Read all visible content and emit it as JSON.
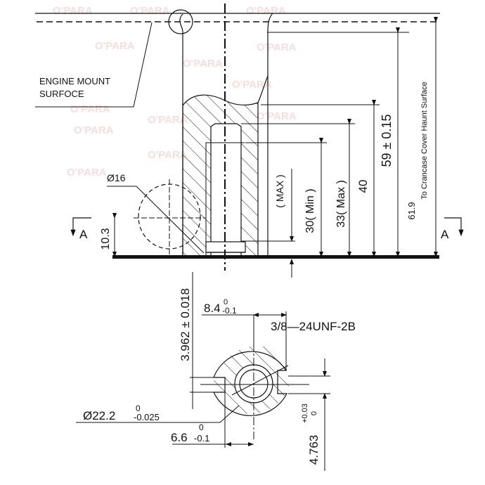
{
  "watermark": "O'PARA",
  "labels": {
    "engine_mount_line1": "ENGINE MOUNT",
    "engine_mount_line2": "SURFOCE",
    "dia16": "Ø16",
    "section_left": "A",
    "section_right": "A",
    "dim_10_3": "10.3",
    "max": "( MAX )",
    "dim_30": "30( Min )",
    "dim_33": "33( Max )",
    "dim_40": "40",
    "dim_59": "59 ± 0.15",
    "dim_61_9": "61.9",
    "crankcase_note": "To Crancase Cover Haunt Surface",
    "dim_8_4": "8.4",
    "dim_8_4_tol_upper": "0",
    "dim_8_4_tol_lower": "-0.1",
    "thread": "3/8—24UNF-2B",
    "dim_3_962": "3.962 ± 0.018",
    "dim_22_2": "Ø22.2",
    "dim_22_2_tol_upper": "0",
    "dim_22_2_tol_lower": "-0.025",
    "dim_6_6": "6.6",
    "dim_6_6_tol_upper": "0",
    "dim_6_6_tol_lower": "-0.1",
    "dim_4_763": "4.763",
    "dim_4_763_tol_upper": "+0.03",
    "dim_4_763_tol_lower": "0"
  }
}
